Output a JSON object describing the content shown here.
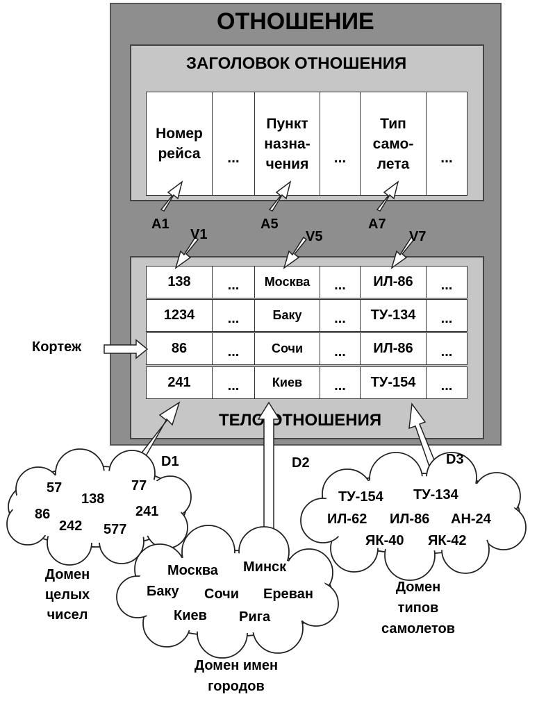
{
  "relation_title": "ОТНОШЕНИЕ",
  "heading_title": "ЗАГОЛОВОК ОТНОШЕНИЯ",
  "body_title": "ТЕЛО ОТНОШЕНИЯ",
  "header": {
    "col1": "Номер\nрейса",
    "col3": "Пункт\nназна-\nчения",
    "col5": "Тип\nсамо-\nлета",
    "ellipsis": "..."
  },
  "attrs": {
    "a1": "A1",
    "a5": "A5",
    "a7": "A7"
  },
  "values": {
    "v1": "V1",
    "v5": "V5",
    "v7": "V7"
  },
  "rows": [
    [
      "138",
      "...",
      "Москва",
      "...",
      "ИЛ-86",
      "..."
    ],
    [
      "1234",
      "...",
      "Баку",
      "...",
      "ТУ-134",
      "..."
    ],
    [
      "86",
      "...",
      "Сочи",
      "...",
      "ИЛ-86",
      "..."
    ],
    [
      "241",
      "...",
      "Киев",
      "...",
      "ТУ-154",
      "..."
    ]
  ],
  "tuple_label": "Кортеж",
  "domains": {
    "d1": "D1",
    "d2": "D2",
    "d3": "D3"
  },
  "cloud_int": [
    "57",
    "138",
    "77",
    "86",
    "242",
    "577",
    "241"
  ],
  "cloud_city": [
    "Москва",
    "Минск",
    "Баку",
    "Сочи",
    "Ереван",
    "Киев",
    "Рига"
  ],
  "cloud_plane": [
    "ТУ-154",
    "ТУ-134",
    "ИЛ-62",
    "ИЛ-86",
    "АН-24",
    "ЯК-40",
    "ЯК-42"
  ],
  "caption_int": "Домен\nцелых\nчисел",
  "caption_city": "Домен имен\nгородов",
  "caption_plane": "Домен\nтипов\nсамолетов",
  "colors": {
    "outer": "#8e8e8e",
    "inner": "#c6c6c6",
    "cell": "#ffffff"
  }
}
